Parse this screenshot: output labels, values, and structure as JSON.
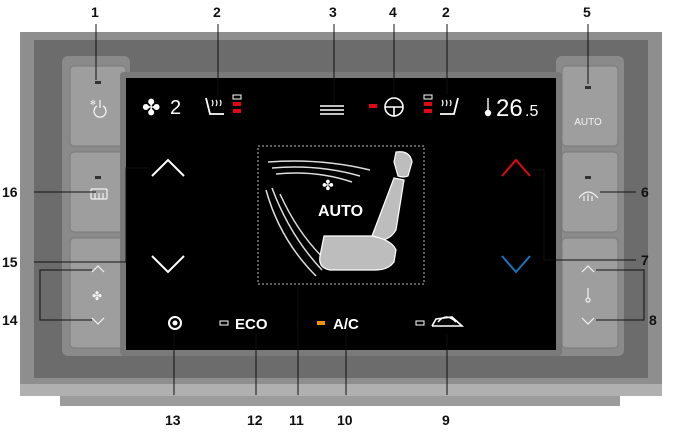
{
  "fan": {
    "level": "2"
  },
  "temperature": {
    "whole": "26",
    "decimal": ".5"
  },
  "auto_button": {
    "label": "AUTO"
  },
  "center_panel": {
    "label": "AUTO"
  },
  "bottom_bar": {
    "eco_label": "ECO",
    "ac_label": "A/C"
  },
  "callouts": {
    "c1": "1",
    "c2a": "2",
    "c3": "3",
    "c4": "4",
    "c2b": "2",
    "c5": "5",
    "c6": "6",
    "c7": "7",
    "c8": "8",
    "c9": "9",
    "c10": "10",
    "c11": "11",
    "c12": "12",
    "c13": "13",
    "c14": "14",
    "c15": "15",
    "c16": "16"
  },
  "colors": {
    "screen": "#000000",
    "bezel": "#4a4a4a",
    "frame": "#8c8c8c",
    "button_face": "#9a9a9a",
    "indicator_red": "#e30613",
    "indicator_orange": "#f39200",
    "temp_up": "#e30613",
    "temp_down": "#1e73be"
  },
  "icons": [
    "power-icon",
    "fan-icon",
    "seat-heat-icon",
    "rear-defrost-icon",
    "steering-heat-icon",
    "thermometer-icon",
    "front-defrost-icon",
    "settings-gear-icon",
    "recirculation-icon",
    "chevron-up-icon",
    "chevron-down-icon"
  ]
}
